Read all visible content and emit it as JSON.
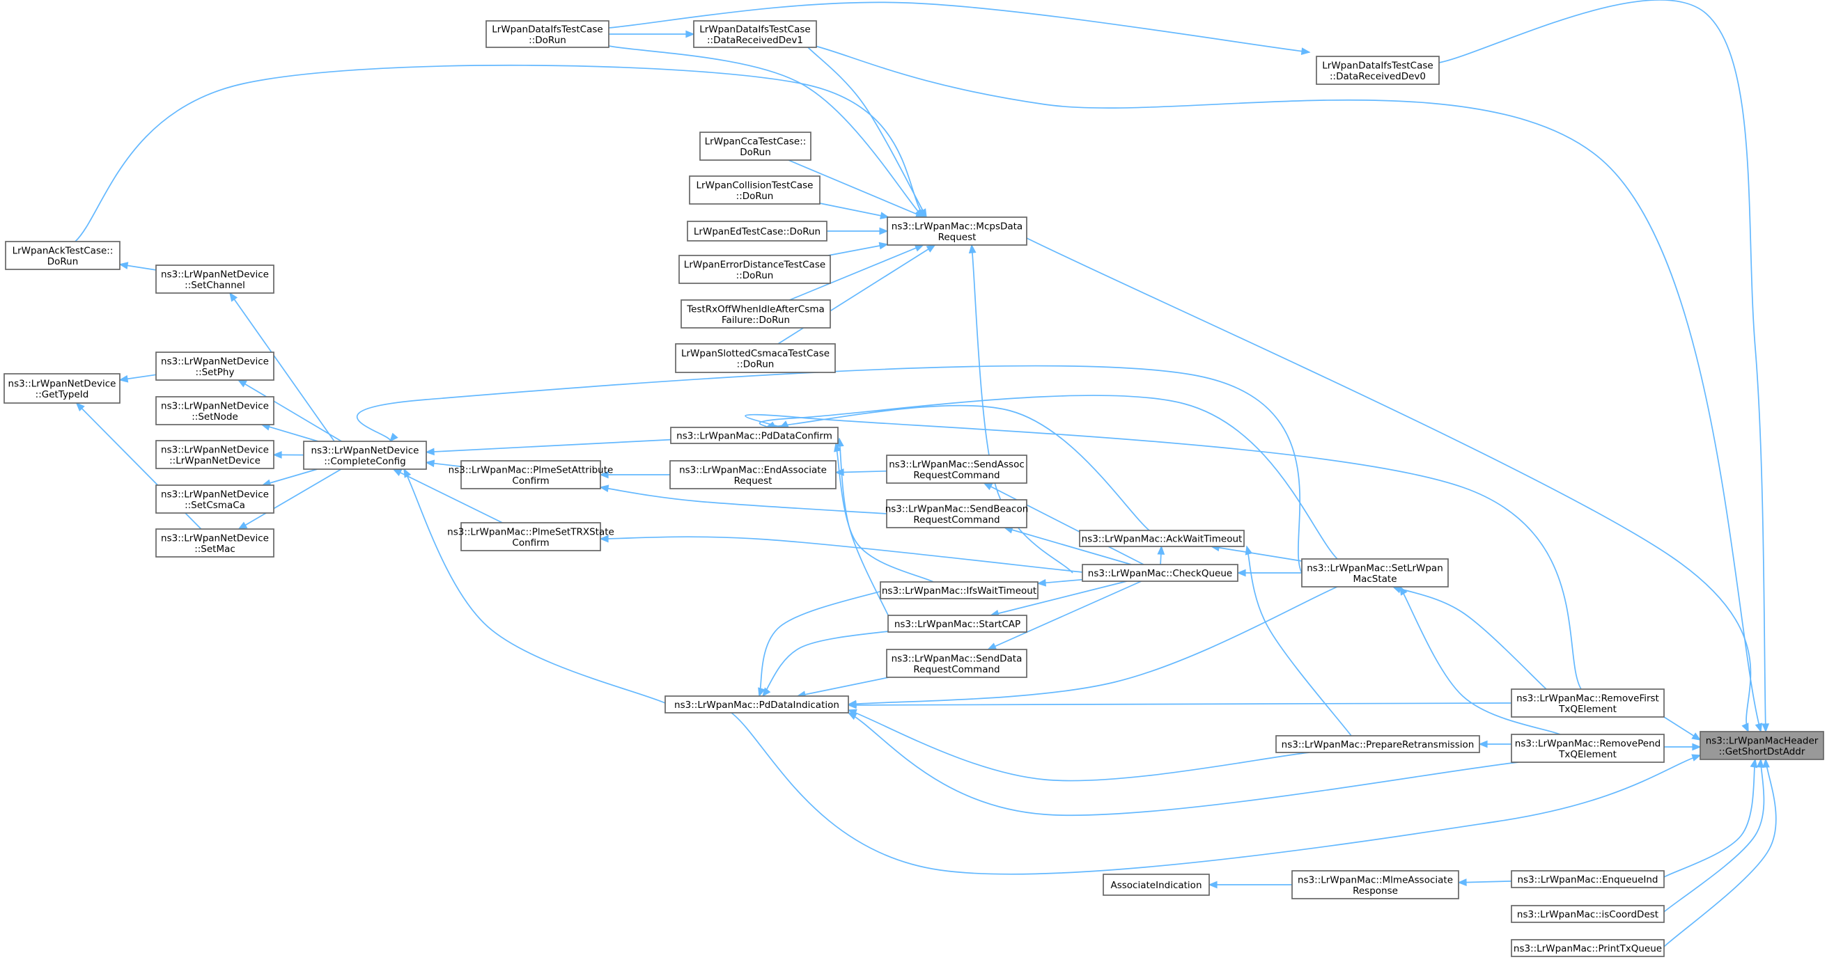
{
  "graph": {
    "title": "",
    "root_node": "ns3::LrWpanMacHeader::GetShortDstAddr",
    "colors": {
      "edge": "#63b8ff",
      "node_border": "#666666",
      "node_fill": "#ffffff",
      "root_fill": "#999999"
    },
    "nodes": [
      {
        "id": "root",
        "lines": [
          "ns3::LrWpanMacHeader",
          "::GetShortDstAddr"
        ]
      },
      {
        "id": "ifsDoRun",
        "lines": [
          "LrWpanDataIfsTestCase",
          "::DoRun"
        ]
      },
      {
        "id": "ifsDev1",
        "lines": [
          "LrWpanDataIfsTestCase",
          "::DataReceivedDev1"
        ]
      },
      {
        "id": "ifsDev0",
        "lines": [
          "LrWpanDataIfsTestCase",
          "::DataReceivedDev0"
        ]
      },
      {
        "id": "ccaDoRun",
        "lines": [
          "LrWpanCcaTestCase::",
          "DoRun"
        ]
      },
      {
        "id": "collDoRun",
        "lines": [
          "LrWpanCollisionTestCase",
          "::DoRun"
        ]
      },
      {
        "id": "edDoRun",
        "lines": [
          "LrWpanEdTestCase::DoRun"
        ]
      },
      {
        "id": "errDoRun",
        "lines": [
          "LrWpanErrorDistanceTestCase",
          "::DoRun"
        ]
      },
      {
        "id": "rxOffDoRun",
        "lines": [
          "TestRxOffWhenIdleAfterCsma",
          "Failure::DoRun"
        ]
      },
      {
        "id": "slottedDoRun",
        "lines": [
          "LrWpanSlottedCsmacaTestCase",
          "::DoRun"
        ]
      },
      {
        "id": "ackDoRun",
        "lines": [
          "LrWpanAckTestCase::",
          "DoRun"
        ]
      },
      {
        "id": "mcps",
        "lines": [
          "ns3::LrWpanMac::McpsData",
          "Request"
        ]
      },
      {
        "id": "setChannel",
        "lines": [
          "ns3::LrWpanNetDevice",
          "::SetChannel"
        ]
      },
      {
        "id": "getTypeId",
        "lines": [
          "ns3::LrWpanNetDevice",
          "::GetTypeId"
        ]
      },
      {
        "id": "setPhy",
        "lines": [
          "ns3::LrWpanNetDevice",
          "::SetPhy"
        ]
      },
      {
        "id": "setNode",
        "lines": [
          "ns3::LrWpanNetDevice",
          "::SetNode"
        ]
      },
      {
        "id": "ctor",
        "lines": [
          "ns3::LrWpanNetDevice",
          "::LrWpanNetDevice"
        ]
      },
      {
        "id": "setCsmaCa",
        "lines": [
          "ns3::LrWpanNetDevice",
          "::SetCsmaCa"
        ]
      },
      {
        "id": "setMac",
        "lines": [
          "ns3::LrWpanNetDevice",
          "::SetMac"
        ]
      },
      {
        "id": "completeConfig",
        "lines": [
          "ns3::LrWpanNetDevice",
          "::CompleteConfig"
        ]
      },
      {
        "id": "pdDataConfirm",
        "lines": [
          "ns3::LrWpanMac::PdDataConfirm"
        ]
      },
      {
        "id": "plmeSetAttr",
        "lines": [
          "ns3::LrWpanMac::PlmeSetAttribute",
          "Confirm"
        ]
      },
      {
        "id": "endAssoc",
        "lines": [
          "ns3::LrWpanMac::EndAssociate",
          "Request"
        ]
      },
      {
        "id": "sendAssoc",
        "lines": [
          "ns3::LrWpanMac::SendAssoc",
          "RequestCommand"
        ]
      },
      {
        "id": "sendBeacon",
        "lines": [
          "ns3::LrWpanMac::SendBeacon",
          "RequestCommand"
        ]
      },
      {
        "id": "plmeTrx",
        "lines": [
          "ns3::LrWpanMac::PlmeSetTRXState",
          "Confirm"
        ]
      },
      {
        "id": "ackWait",
        "lines": [
          "ns3::LrWpanMac::AckWaitTimeout"
        ]
      },
      {
        "id": "checkQueue",
        "lines": [
          "ns3::LrWpanMac::CheckQueue"
        ]
      },
      {
        "id": "setState",
        "lines": [
          "ns3::LrWpanMac::SetLrWpan",
          "MacState"
        ]
      },
      {
        "id": "ifsWait",
        "lines": [
          "ns3::LrWpanMac::IfsWaitTimeout"
        ]
      },
      {
        "id": "startCap",
        "lines": [
          "ns3::LrWpanMac::StartCAP"
        ]
      },
      {
        "id": "sendData",
        "lines": [
          "ns3::LrWpanMac::SendData",
          "RequestCommand"
        ]
      },
      {
        "id": "pdDataInd",
        "lines": [
          "ns3::LrWpanMac::PdDataIndication"
        ]
      },
      {
        "id": "removeFirst",
        "lines": [
          "ns3::LrWpanMac::RemoveFirst",
          "TxQElement"
        ]
      },
      {
        "id": "prepRetx",
        "lines": [
          "ns3::LrWpanMac::PrepareRetransmission"
        ]
      },
      {
        "id": "removePend",
        "lines": [
          "ns3::LrWpanMac::RemovePend",
          "TxQElement"
        ]
      },
      {
        "id": "assocInd",
        "lines": [
          "AssociateIndication"
        ]
      },
      {
        "id": "mlmeAssoc",
        "lines": [
          "ns3::LrWpanMac::MlmeAssociate",
          "Response"
        ]
      },
      {
        "id": "enqueueInd",
        "lines": [
          "ns3::LrWpanMac::EnqueueInd"
        ]
      },
      {
        "id": "isCoordDest",
        "lines": [
          "ns3::LrWpanMac::isCoordDest"
        ]
      },
      {
        "id": "printTxQueue",
        "lines": [
          "ns3::LrWpanMac::PrintTxQueue"
        ]
      }
    ],
    "edges": [
      [
        "ifsDoRun",
        "ifsDev1"
      ],
      [
        "ifsDoRun",
        "ifsDev0"
      ],
      [
        "ifsDoRun",
        "mcps"
      ],
      [
        "ifsDev1",
        "mcps"
      ],
      [
        "ifsDev1",
        "root"
      ],
      [
        "ifsDev0",
        "root"
      ],
      [
        "ccaDoRun",
        "mcps"
      ],
      [
        "collDoRun",
        "mcps"
      ],
      [
        "edDoRun",
        "mcps"
      ],
      [
        "errDoRun",
        "mcps"
      ],
      [
        "rxOffDoRun",
        "mcps"
      ],
      [
        "slottedDoRun",
        "mcps"
      ],
      [
        "ackDoRun",
        "mcps"
      ],
      [
        "mcps",
        "root"
      ],
      [
        "checkQueue",
        "mcps"
      ],
      [
        "setChannel",
        "ackDoRun"
      ],
      [
        "setPhy",
        "getTypeId"
      ],
      [
        "setMac",
        "getTypeId"
      ],
      [
        "completeConfig",
        "setChannel"
      ],
      [
        "completeConfig",
        "setPhy"
      ],
      [
        "completeConfig",
        "setNode"
      ],
      [
        "completeConfig",
        "ctor"
      ],
      [
        "completeConfig",
        "setCsmaCa"
      ],
      [
        "completeConfig",
        "setMac"
      ],
      [
        "pdDataConfirm",
        "completeConfig"
      ],
      [
        "plmeSetAttr",
        "completeConfig"
      ],
      [
        "plmeTrx",
        "completeConfig"
      ],
      [
        "pdDataInd",
        "completeConfig"
      ],
      [
        "setState",
        "completeConfig"
      ],
      [
        "endAssoc",
        "plmeSetAttr"
      ],
      [
        "sendBeacon",
        "plmeSetAttr"
      ],
      [
        "sendAssoc",
        "endAssoc"
      ],
      [
        "checkQueue",
        "plmeTrx"
      ],
      [
        "checkQueue",
        "sendAssoc"
      ],
      [
        "checkQueue",
        "sendBeacon"
      ],
      [
        "checkQueue",
        "ackWait"
      ],
      [
        "checkQueue",
        "ifsWait"
      ],
      [
        "checkQueue",
        "startCap"
      ],
      [
        "checkQueue",
        "sendData"
      ],
      [
        "ackWait",
        "pdDataConfirm"
      ],
      [
        "ifsWait",
        "pdDataConfirm"
      ],
      [
        "startCap",
        "pdDataConfirm"
      ],
      [
        "ifsWait",
        "pdDataInd"
      ],
      [
        "startCap",
        "pdDataInd"
      ],
      [
        "sendData",
        "pdDataInd"
      ],
      [
        "setState",
        "checkQueue"
      ],
      [
        "setState",
        "ackWait"
      ],
      [
        "setState",
        "pdDataConfirm"
      ],
      [
        "setState",
        "pdDataInd"
      ],
      [
        "removeFirst",
        "setState"
      ],
      [
        "removeFirst",
        "pdDataConfirm"
      ],
      [
        "removeFirst",
        "pdDataInd"
      ],
      [
        "removePend",
        "setState"
      ],
      [
        "removePend",
        "prepRetx"
      ],
      [
        "removePend",
        "pdDataInd"
      ],
      [
        "prepRetx",
        "ackWait"
      ],
      [
        "prepRetx",
        "pdDataInd"
      ],
      [
        "removeFirst",
        "root"
      ],
      [
        "removePend",
        "root"
      ],
      [
        "pdDataInd",
        "root"
      ],
      [
        "mlmeAssoc",
        "assocInd"
      ],
      [
        "enqueueInd",
        "mlmeAssoc"
      ],
      [
        "enqueueInd",
        "root"
      ],
      [
        "isCoordDest",
        "root"
      ],
      [
        "printTxQueue",
        "root"
      ]
    ]
  }
}
